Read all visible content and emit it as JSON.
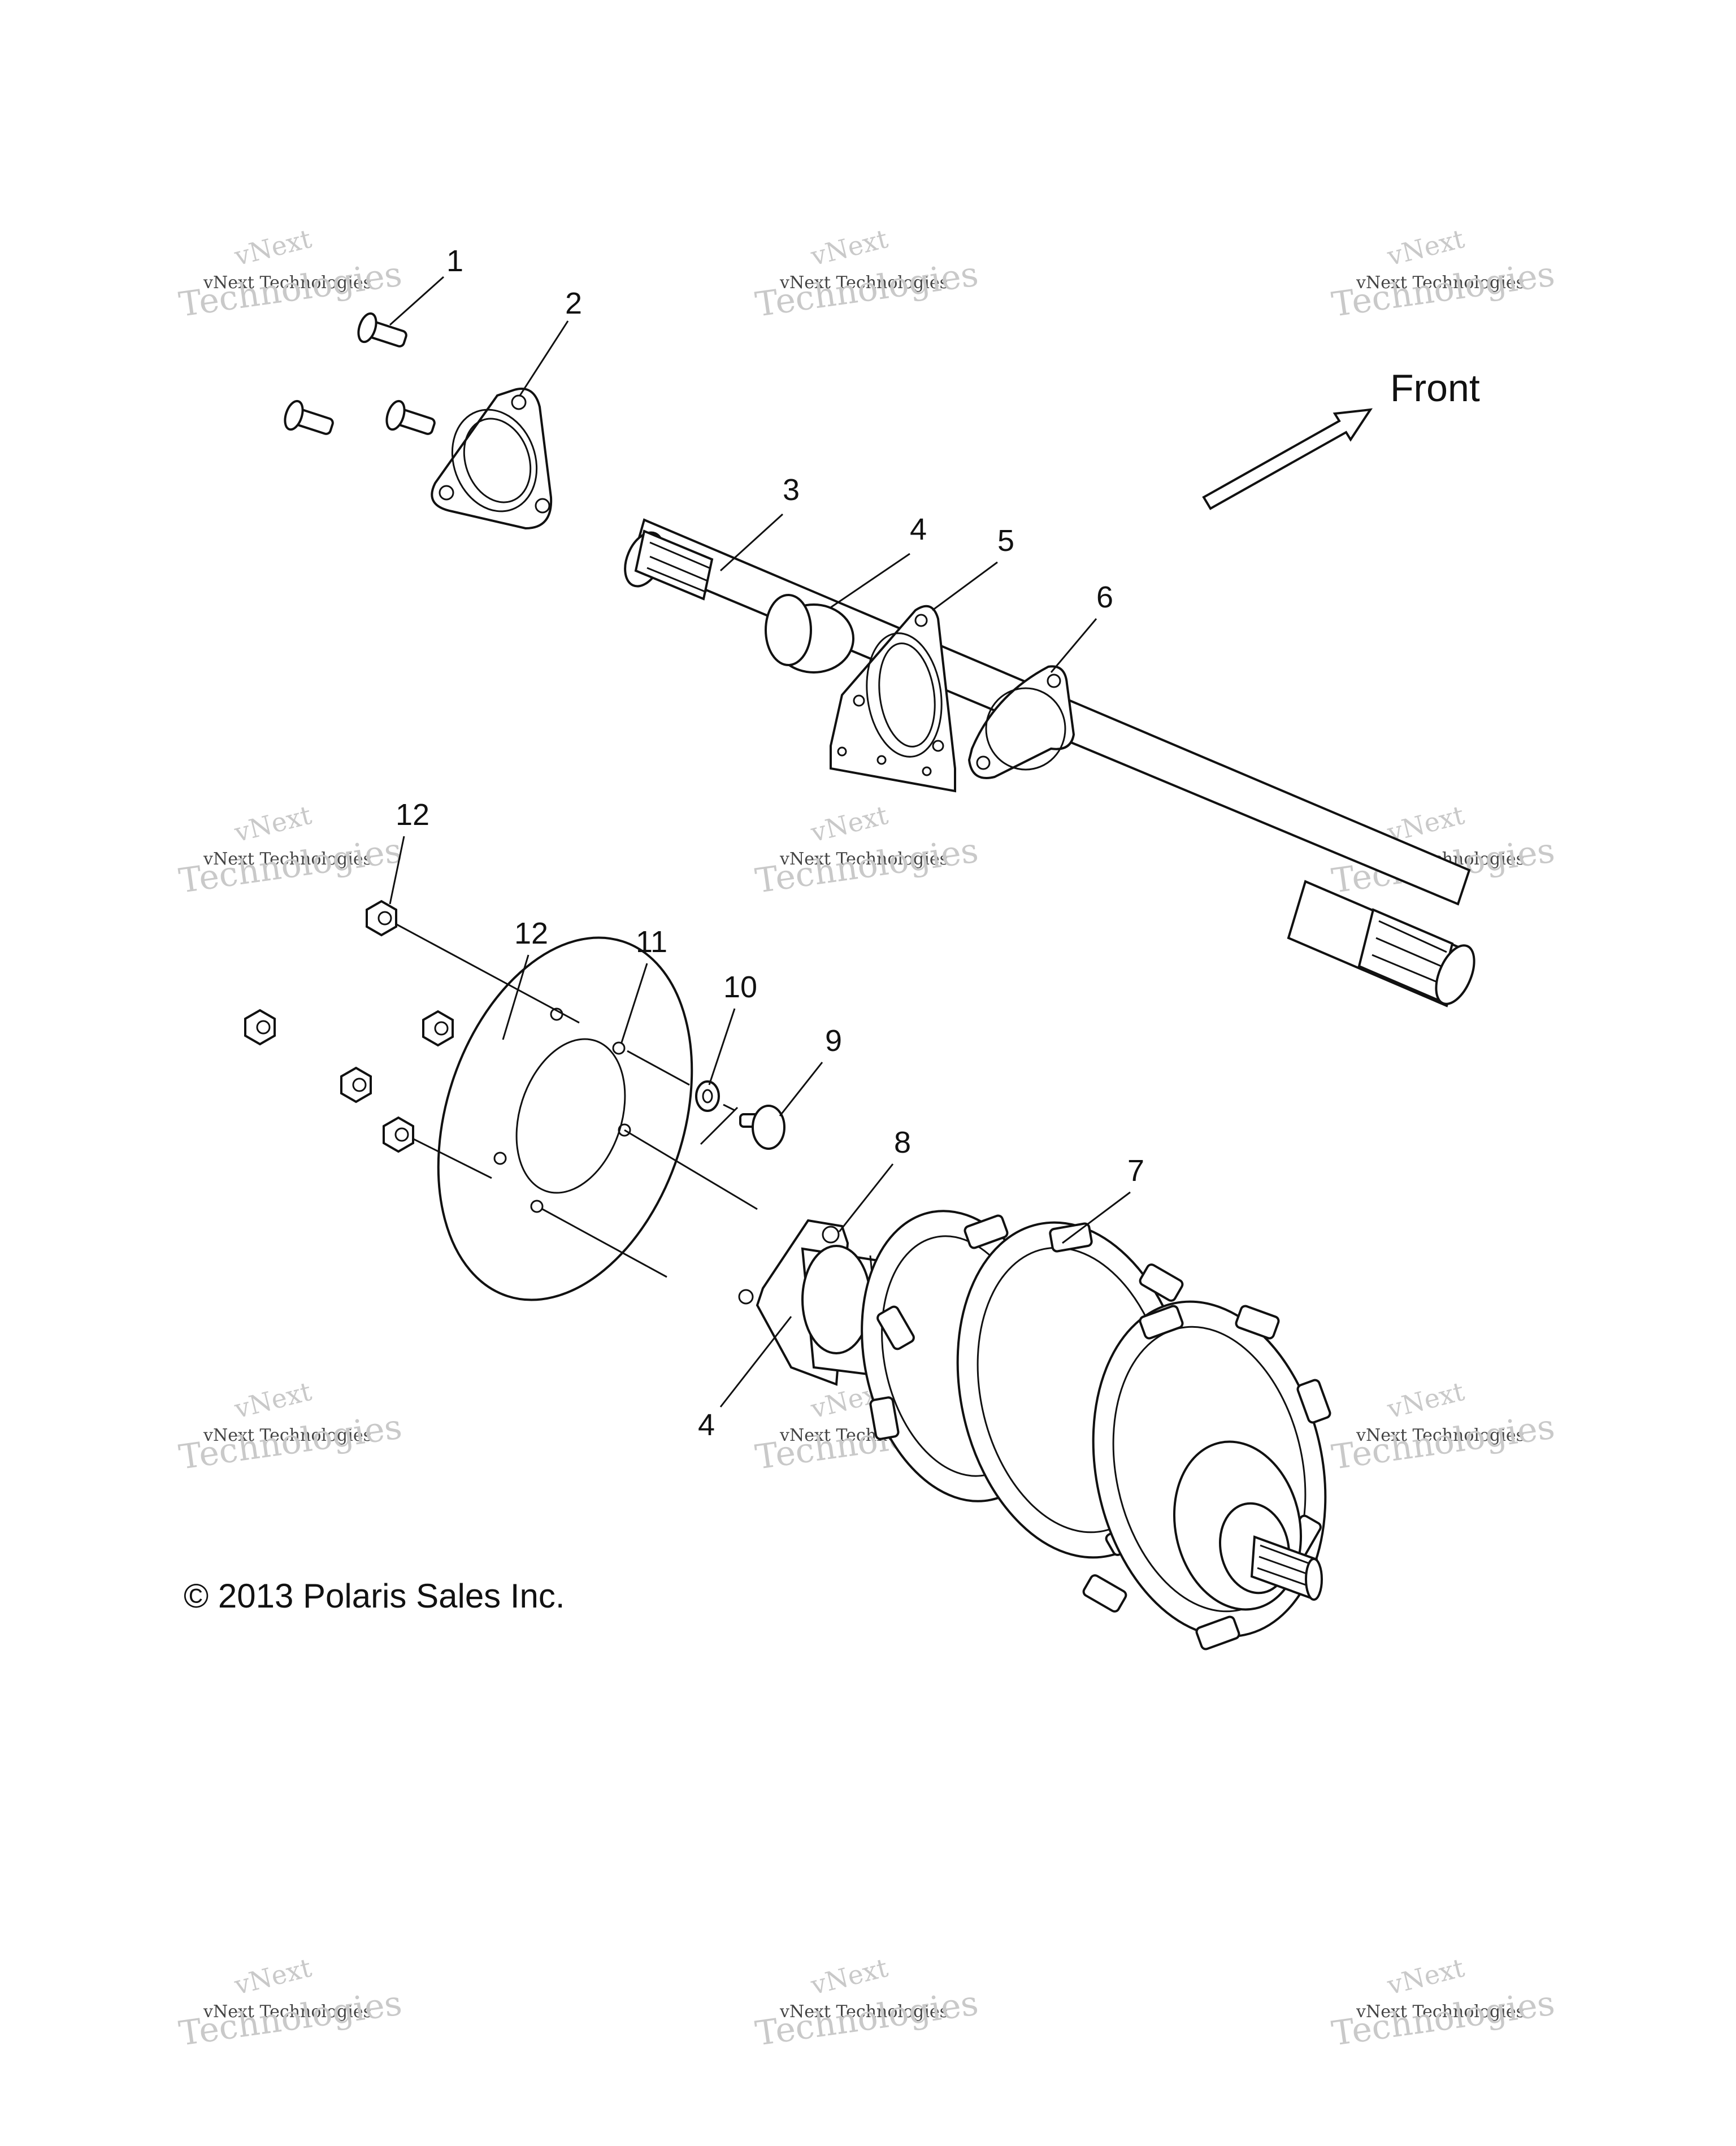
{
  "diagram": {
    "front_label": "Front",
    "copyright": "© 2013 Polaris Sales Inc.",
    "callouts": [
      {
        "id": "c1",
        "text": "1"
      },
      {
        "id": "c2",
        "text": "2"
      },
      {
        "id": "c3",
        "text": "3"
      },
      {
        "id": "c4a",
        "text": "4"
      },
      {
        "id": "c5",
        "text": "5"
      },
      {
        "id": "c6",
        "text": "6"
      },
      {
        "id": "c12a",
        "text": "12"
      },
      {
        "id": "c12b",
        "text": "12"
      },
      {
        "id": "c11",
        "text": "11"
      },
      {
        "id": "c10",
        "text": "10"
      },
      {
        "id": "c9",
        "text": "9"
      },
      {
        "id": "c8",
        "text": "8"
      },
      {
        "id": "c7",
        "text": "7"
      },
      {
        "id": "c4b",
        "text": "4"
      }
    ],
    "watermark": {
      "line1": "vNext",
      "line2": "vNext Technologies",
      "line3": "Technologies"
    }
  }
}
